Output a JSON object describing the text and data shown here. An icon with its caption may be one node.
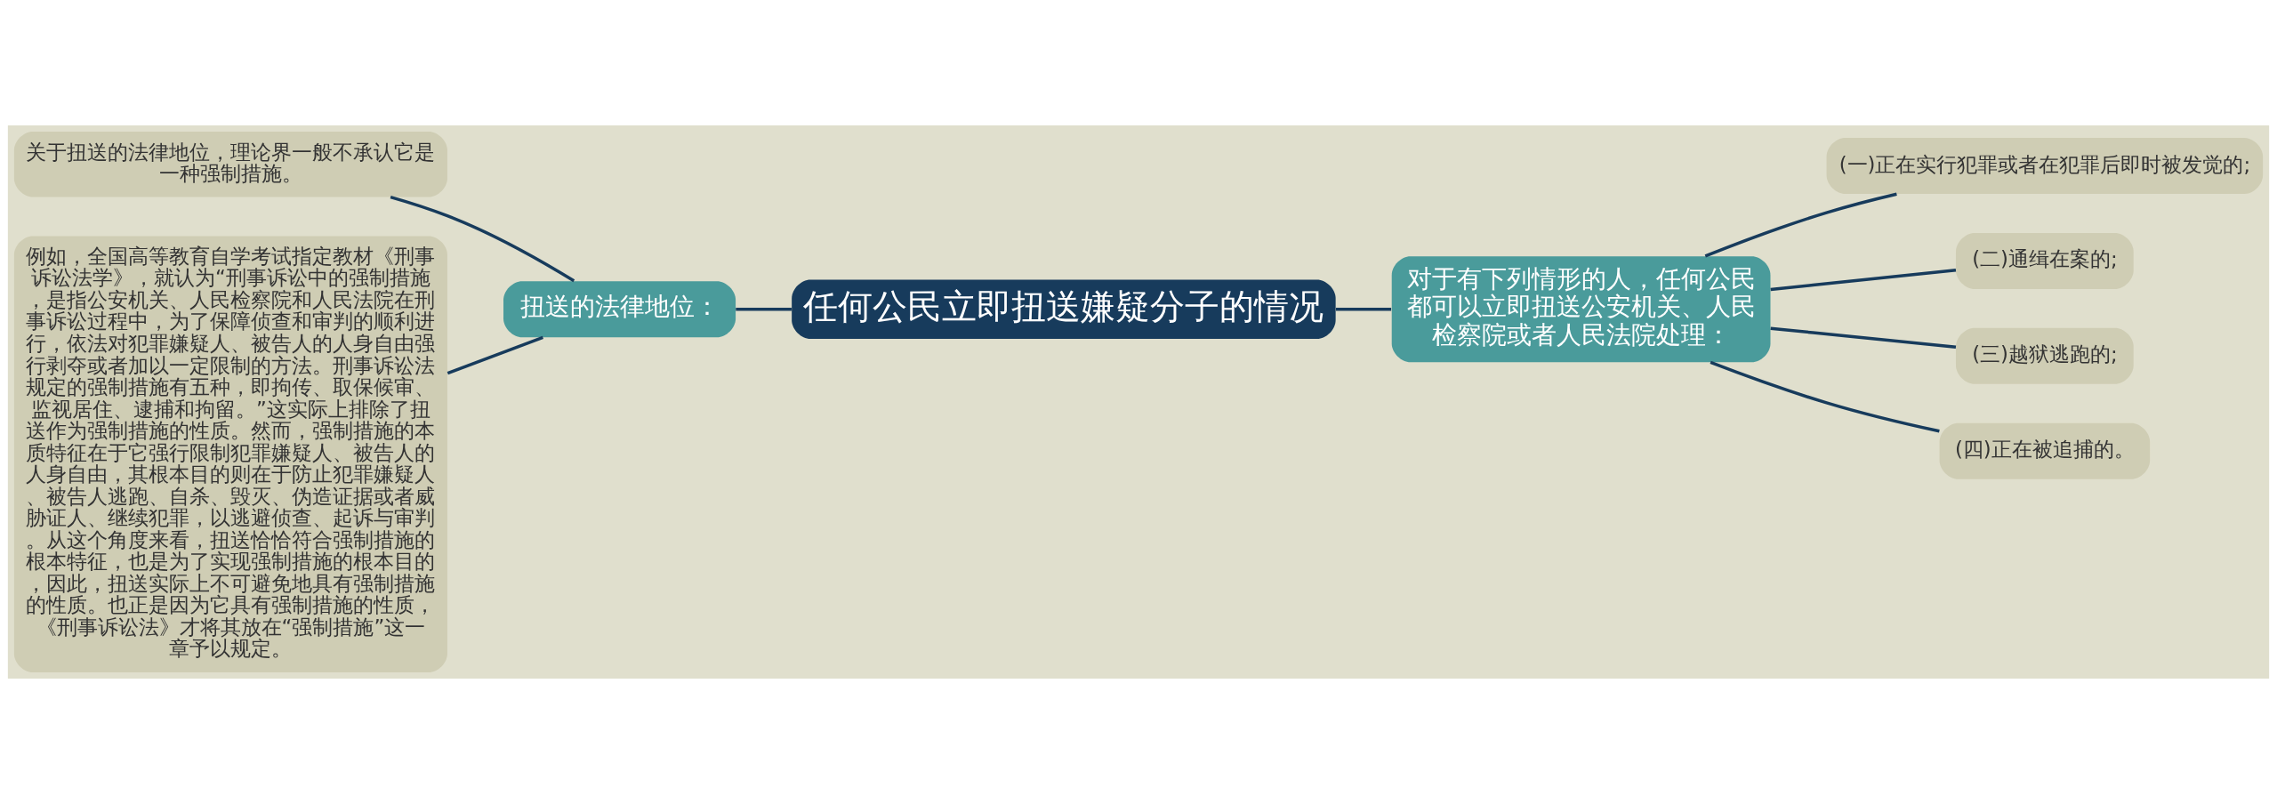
{
  "diagram": {
    "nodes": [
      {
        "text": [
          "任何公民立即扭送嫌疑分子的情况"
        ]
      },
      {
        "text": [
          "扭送的法律地位："
        ]
      },
      {
        "text": [
          "关于扭送的法律地位，理论界一般不承认它是一种强制措施。"
        ]
      },
      {
        "text": [
          "例如，全国高等教育自学考试指定教材《刑事诉讼法学》，就认为“刑事诉讼中的强制措施，是指公安机关、人民检察院和人民法院在刑事诉讼过程中，为了保障侦查和审判的顺利进行，依法对犯罪嫌疑人、被告人的人身自由强行剥夺或者加以一定限制的方法。刑事诉讼法规定的强制措施有五种，即拘传、取保候审、监视居住、逮捕和拘留。”这实际上排除了扭送作为强制措施的性质。然而，强制措施的本质特征在于它强行限制犯罪嫌疑人、被告人的人身自由，其根本目的则在于防止犯罪嫌疑人、被告人逃跑、自杀、毁灭、伪造证据或者威胁证人、继续犯罪，以逃避侦查、起诉与审判。从这个角度来看，扭送恰恰符合强制措施的根本特征，也是为了实现强制措施的根本目的，因此，扭送实际上不可避免地具有强制措施的性质。也正是因为它具有强制措施的性质，《刑事诉讼法》才将其放在“强制措施”这一章予以规定。"
        ]
      },
      {
        "text": [
          "对于有下列情形的人，任何公民都可以立即扭送公安机关、人民检察院或者人民法院处理："
        ]
      },
      {
        "text": [
          "(一)正在实行犯罪或者在犯罪后即时被发觉的;"
        ]
      },
      {
        "text": [
          "(二)通缉在案的;"
        ]
      },
      {
        "text": [
          "(三)越狱逃跑的;"
        ]
      },
      {
        "text": [
          "(四)正在被追捕的。"
        ]
      }
    ],
    "edges": [
      {
        "from": 0,
        "to": 1,
        "arrow": "none"
      },
      {
        "from": 1,
        "to": 2,
        "arrow": "none"
      },
      {
        "from": 1,
        "to": 3,
        "arrow": "none"
      },
      {
        "from": 0,
        "to": 4,
        "arrow": "none"
      },
      {
        "from": 4,
        "to": 5,
        "arrow": "none"
      },
      {
        "from": 4,
        "to": 6,
        "arrow": "none"
      },
      {
        "from": 4,
        "to": 7,
        "arrow": "none"
      },
      {
        "from": 4,
        "to": 8,
        "arrow": "none"
      }
    ]
  }
}
